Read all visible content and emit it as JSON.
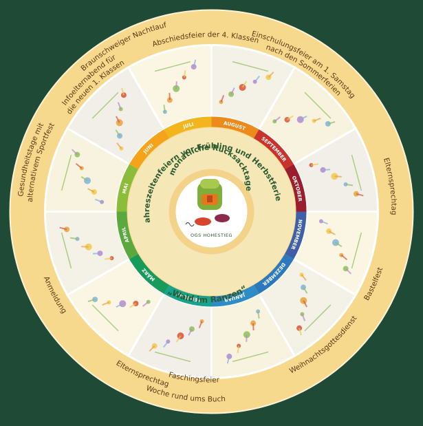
{
  "colors": {
    "background": "#1e4a36",
    "outer_ring": "#f7d98e",
    "inner_panel": "#f6e7b6",
    "hub_ring": "#f3d28a",
    "center": "#ffffff",
    "text_dark": "#2c5a30",
    "text_brown": "#5a3a12",
    "divider": "#ffffff"
  },
  "outer_events": [
    {
      "label": "Abschiedsfeier der 4. Klassen"
    },
    {
      "label": "Braunschweiger Nachtlauf"
    },
    {
      "label": "Infoelternabend für"
    },
    {
      "label": "die neuen 1. Klassen"
    },
    {
      "label": "Einschulungsfeier am 1. Samstag"
    },
    {
      "label": "nach den Sommerferien"
    },
    {
      "label": "Elternsprechtag"
    },
    {
      "label": "Bastelfest"
    },
    {
      "label": "Weihnachtsgottesdienst"
    },
    {
      "label": "Faschingsfeier"
    },
    {
      "label": "Elternsprechtag"
    },
    {
      "label": "Woche rund ums Buch"
    },
    {
      "label": "Anmeldung"
    },
    {
      "label": "Gesundheitstage mit"
    },
    {
      "label": "alternativem Sportfest"
    }
  ],
  "months": [
    {
      "label": "JULI",
      "color": "#f2b51d",
      "image": "beach-drawing"
    },
    {
      "label": "AUGUST",
      "color": "#ec8a1c",
      "image": "school-start-drawing"
    },
    {
      "label": "SEPTEMBER",
      "color": "#c8332c",
      "image": "children-running-drawing"
    },
    {
      "label": "OKTOBER",
      "color": "#9b1e2f",
      "image": "autumn-tree-drawing"
    },
    {
      "label": "NOVEMBER",
      "color": "#3f5fa8",
      "image": "crafting-drawing"
    },
    {
      "label": "DEZEMBER",
      "color": "#2c79be",
      "image": "christmas-tree-drawing"
    },
    {
      "label": "JANUAR",
      "color": "#2e8cc6",
      "image": "winter-drawing"
    },
    {
      "label": "FEBRUAR",
      "color": "#18a38c",
      "image": "carnival-drawing"
    },
    {
      "label": "MÄRZ",
      "color": "#179a5a",
      "image": "library-drawing"
    },
    {
      "label": "APRIL",
      "color": "#5aa83e",
      "image": "rainbow-rain-drawing"
    },
    {
      "label": "MAI",
      "color": "#8cbd3a",
      "image": "sunny-house-drawing"
    },
    {
      "label": "JUNI",
      "color": "#f4a31a",
      "image": "night-run-drawing"
    }
  ],
  "inner_texts": {
    "seasons": "Jahreszeitenfeiern vor Frühling und Herbstferien",
    "backpack_days": "monatliche Rucksacktage",
    "forest": "„Wald im Ranzen“"
  },
  "center": {
    "logo": "backpack-logo",
    "caption": "OGS HOHESTIEG"
  }
}
